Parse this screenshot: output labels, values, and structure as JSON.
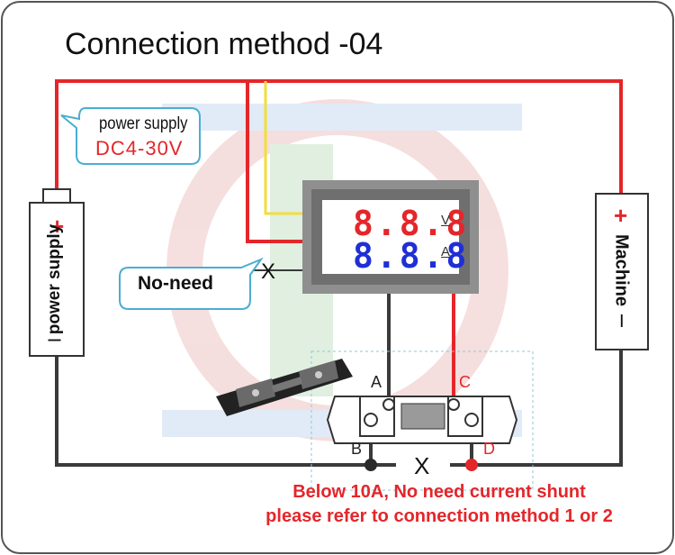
{
  "title": "Connection method -04",
  "supply_bubble": {
    "line1": "power supply",
    "line2": "DC4-30V"
  },
  "no_need_bubble": "No-need",
  "left_battery": {
    "label": "power supply",
    "plus": "+",
    "minus": "I"
  },
  "right_device": {
    "label": "Machine",
    "plus": "+",
    "minus": "I"
  },
  "meter": {
    "voltage_digits": "8.8.8",
    "current_digits": "8.8.8",
    "voltage_unit": "V",
    "current_unit": "A"
  },
  "shunt_points": {
    "a": "A",
    "b": "B",
    "c": "C",
    "d": "D"
  },
  "cross_mark": "X",
  "footer": {
    "line1": "Below 10A, No need current shunt",
    "line2": "please refer to connection method 1 or 2"
  },
  "colors": {
    "wire_red": "#e4262a",
    "wire_black": "#3a3a3a",
    "wire_yellow": "#f2de3a",
    "bubble_border": "#4aaed3",
    "voltage_digit": "#e4262a",
    "current_digit": "#1f2fd6",
    "watermark": "#d9a7a7"
  }
}
